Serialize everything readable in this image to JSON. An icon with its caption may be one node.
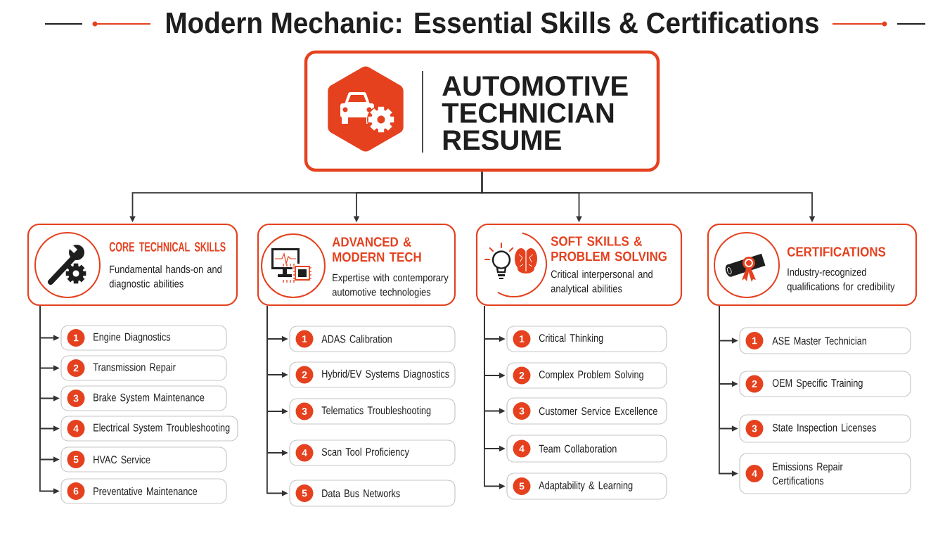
{
  "diagram": {
    "title": "Modern Mechanic: Essential Skills & Certifications",
    "nodes": [
      {
        "text": [
          "AUTOMOTIVE TECHNICIAN RESUME"
        ]
      },
      {
        "text": [
          "CORE TECHNICAL SKILLS",
          "Fundamental hands-on and diagnostic abilities"
        ]
      },
      {
        "text": [
          "ADVANCED & MODERN TECH",
          "Expertise with contemporary automotive technologies"
        ]
      },
      {
        "text": [
          "SOFT SKILLS & PROBLEM SOLVING",
          "Critical interpersonal and analytical abilities"
        ]
      },
      {
        "text": [
          "CERTIFICATIONS",
          "Industry-recognized qualifications for credibility"
        ]
      },
      {
        "text": [
          "1",
          "Engine Diagnostics"
        ]
      },
      {
        "text": [
          "2",
          "Transmission Repair"
        ]
      },
      {
        "text": [
          "3",
          "Brake System Maintenance"
        ]
      },
      {
        "text": [
          "4",
          "Electrical System Troubleshooting"
        ]
      },
      {
        "text": [
          "5",
          "HVAC Service"
        ]
      },
      {
        "text": [
          "6",
          "Preventative Maintenance"
        ]
      },
      {
        "text": [
          "1",
          "ADAS Calibration"
        ]
      },
      {
        "text": [
          "2",
          "Hybrid/EV Systems Diagnostics"
        ]
      },
      {
        "text": [
          "3",
          "Telematics Troubleshooting"
        ]
      },
      {
        "text": [
          "4",
          "Scan Tool Proficiency"
        ]
      },
      {
        "text": [
          "5",
          "Data Bus Networks"
        ]
      },
      {
        "text": [
          "1",
          "Critical Thinking"
        ]
      },
      {
        "text": [
          "2",
          "Complex Problem Solving"
        ]
      },
      {
        "text": [
          "3",
          "Customer Service Excellence"
        ]
      },
      {
        "text": [
          "4",
          "Team Collaboration"
        ]
      },
      {
        "text": [
          "5",
          "Adaptability & Learning"
        ]
      },
      {
        "text": [
          "1",
          "ASE Master Technician"
        ]
      },
      {
        "text": [
          "2",
          "OEM Specific Training"
        ]
      },
      {
        "text": [
          "3",
          "State Inspection Licenses"
        ]
      },
      {
        "text": [
          "4",
          "Emissions Repair Certifications"
        ]
      }
    ],
    "edges": [
      {
        "from": 0,
        "to": 1,
        "arrow": "to"
      },
      {
        "from": 0,
        "to": 2,
        "arrow": "to"
      },
      {
        "from": 0,
        "to": 3,
        "arrow": "to"
      },
      {
        "from": 0,
        "to": 4,
        "arrow": "to"
      },
      {
        "from": 1,
        "to": 5,
        "arrow": "to"
      },
      {
        "from": 1,
        "to": 6,
        "arrow": "to"
      },
      {
        "from": 1,
        "to": 7,
        "arrow": "to"
      },
      {
        "from": 1,
        "to": 8,
        "arrow": "to"
      },
      {
        "from": 1,
        "to": 9,
        "arrow": "to"
      },
      {
        "from": 1,
        "to": 10,
        "arrow": "to"
      },
      {
        "from": 2,
        "to": 11,
        "arrow": "to"
      },
      {
        "from": 2,
        "to": 12,
        "arrow": "to"
      },
      {
        "from": 2,
        "to": 13,
        "arrow": "to"
      },
      {
        "from": 2,
        "to": 14,
        "arrow": "to"
      },
      {
        "from": 2,
        "to": 15,
        "arrow": "to"
      },
      {
        "from": 3,
        "to": 16,
        "arrow": "to"
      },
      {
        "from": 3,
        "to": 17,
        "arrow": "to"
      },
      {
        "from": 3,
        "to": 18,
        "arrow": "to"
      },
      {
        "from": 3,
        "to": 19,
        "arrow": "to"
      },
      {
        "from": 3,
        "to": 20,
        "arrow": "to"
      },
      {
        "from": 4,
        "to": 21,
        "arrow": "to"
      },
      {
        "from": 4,
        "to": 22,
        "arrow": "to"
      },
      {
        "from": 4,
        "to": 23,
        "arrow": "to"
      },
      {
        "from": 4,
        "to": 24,
        "arrow": "to"
      }
    ]
  }
}
